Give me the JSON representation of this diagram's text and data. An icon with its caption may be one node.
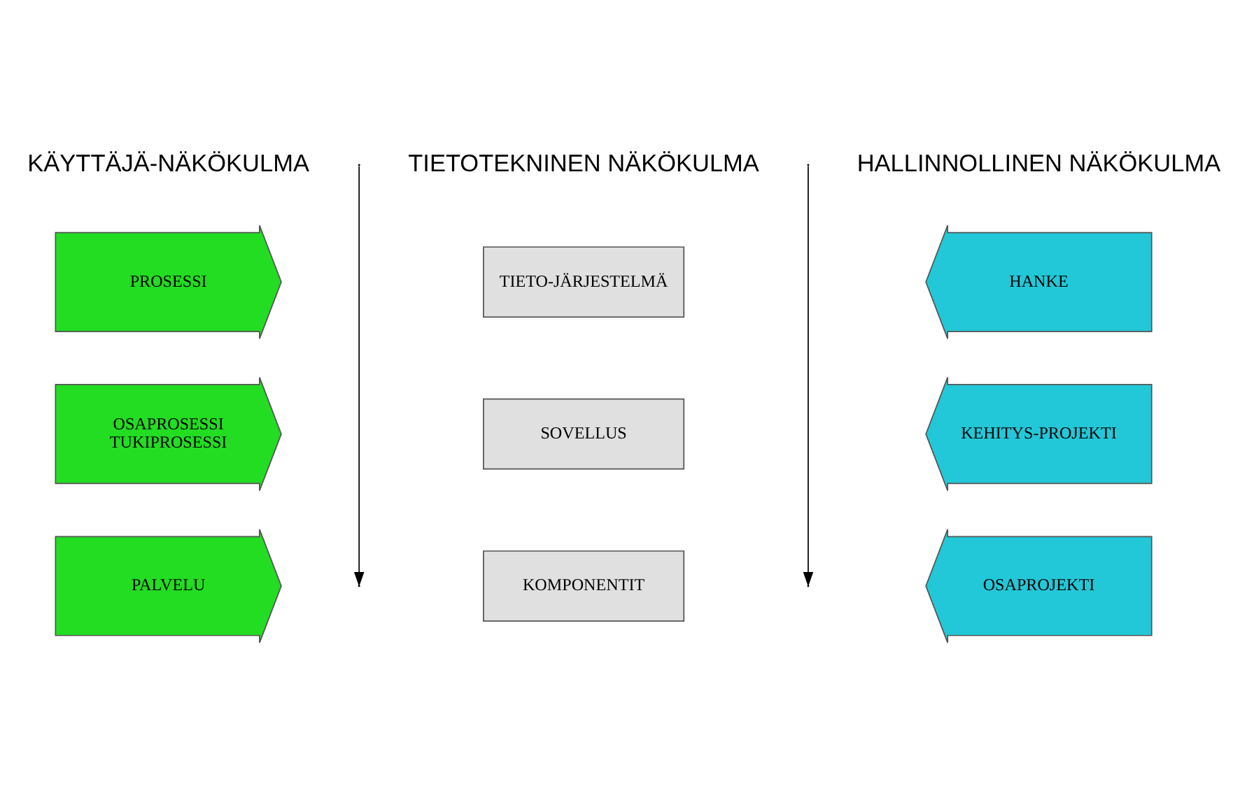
{
  "diagram": {
    "nodes": [
      {
        "text": [
          "PROSESSI"
        ]
      },
      {
        "text": [
          "TIETO-JÄRJESTELMÄ"
        ]
      },
      {
        "text": [
          "HANKE"
        ]
      },
      {
        "text": [
          "OSAPROSESSI",
          "TUKIPROSESSI"
        ]
      },
      {
        "text": [
          "SOVELLUS"
        ]
      },
      {
        "text": [
          "KEHITYS-PROJEKTI"
        ]
      },
      {
        "text": [
          "PALVELU"
        ]
      },
      {
        "text": [
          "KOMPONENTIT"
        ]
      },
      {
        "text": [
          "OSAPROJEKTI"
        ]
      }
    ],
    "edges": [],
    "labels": [
      "KÄYTTÄJÄ-NÄKÖKULMA",
      "TIETOTEKNINEN NÄKÖKULMA",
      "HALLINNOLLINEN NÄKÖKULMA"
    ]
  }
}
